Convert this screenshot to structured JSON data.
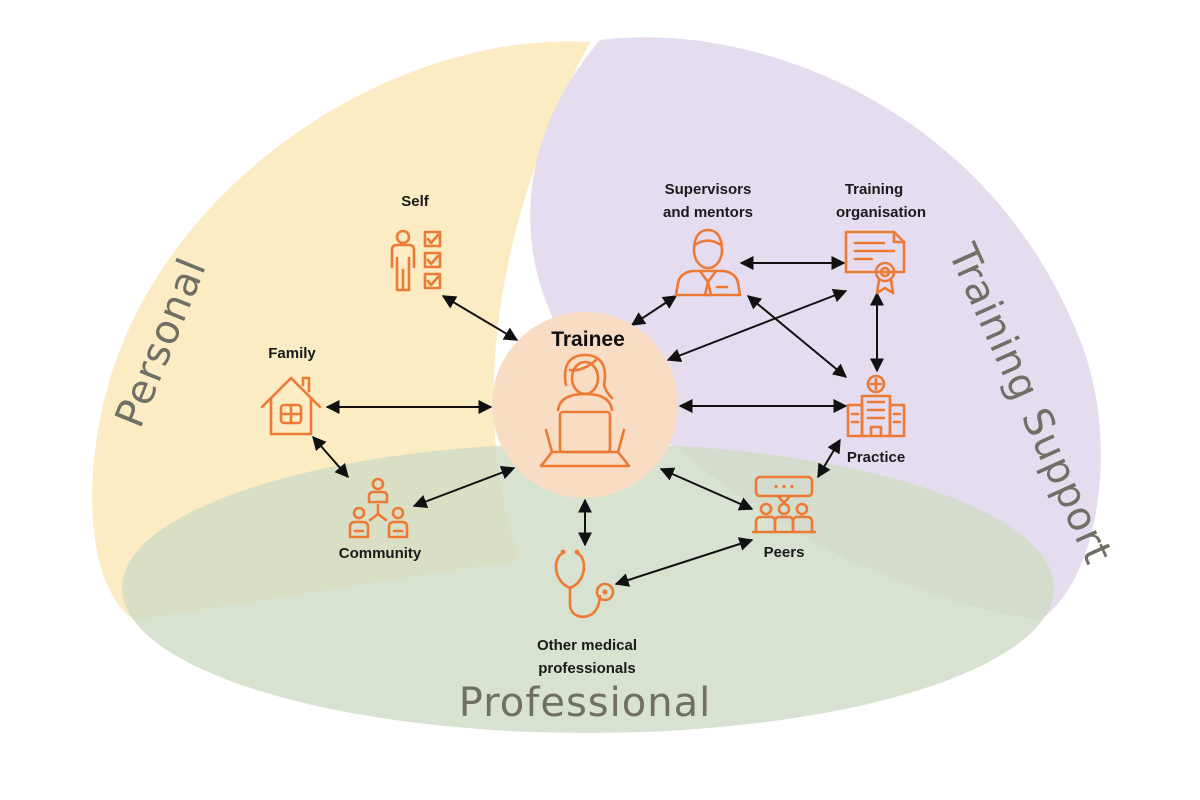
{
  "colors": {
    "personal": "#fbecc4",
    "training": "#e6dcef",
    "professional": "#cfdcc6",
    "overlap": "#c9cbc9",
    "center": "#f9dcc4",
    "icon": "#ec7a34",
    "arrow": "#111111",
    "region_text": "#6f6f66"
  },
  "regions": {
    "personal": "Personal",
    "training_support": "Training Support",
    "professional": "Professional"
  },
  "center": {
    "label": "Trainee",
    "icon": "person-laptop-icon"
  },
  "nodes": {
    "self": {
      "label": "Self",
      "icon": "person-checklist-icon"
    },
    "family": {
      "label": "Family",
      "icon": "house-icon"
    },
    "community": {
      "label": "Community",
      "icon": "community-network-icon"
    },
    "supervisors": {
      "line1": "Supervisors",
      "line2": "and mentors",
      "icon": "businessman-icon"
    },
    "training_org": {
      "line1": "Training",
      "line2": "organisation",
      "icon": "certificate-icon"
    },
    "practice": {
      "label": "Practice",
      "icon": "hospital-building-icon"
    },
    "peers": {
      "label": "Peers",
      "icon": "group-chat-icon"
    },
    "other_medical": {
      "line1": "Other medical",
      "line2": "professionals",
      "icon": "stethoscope-icon"
    }
  }
}
